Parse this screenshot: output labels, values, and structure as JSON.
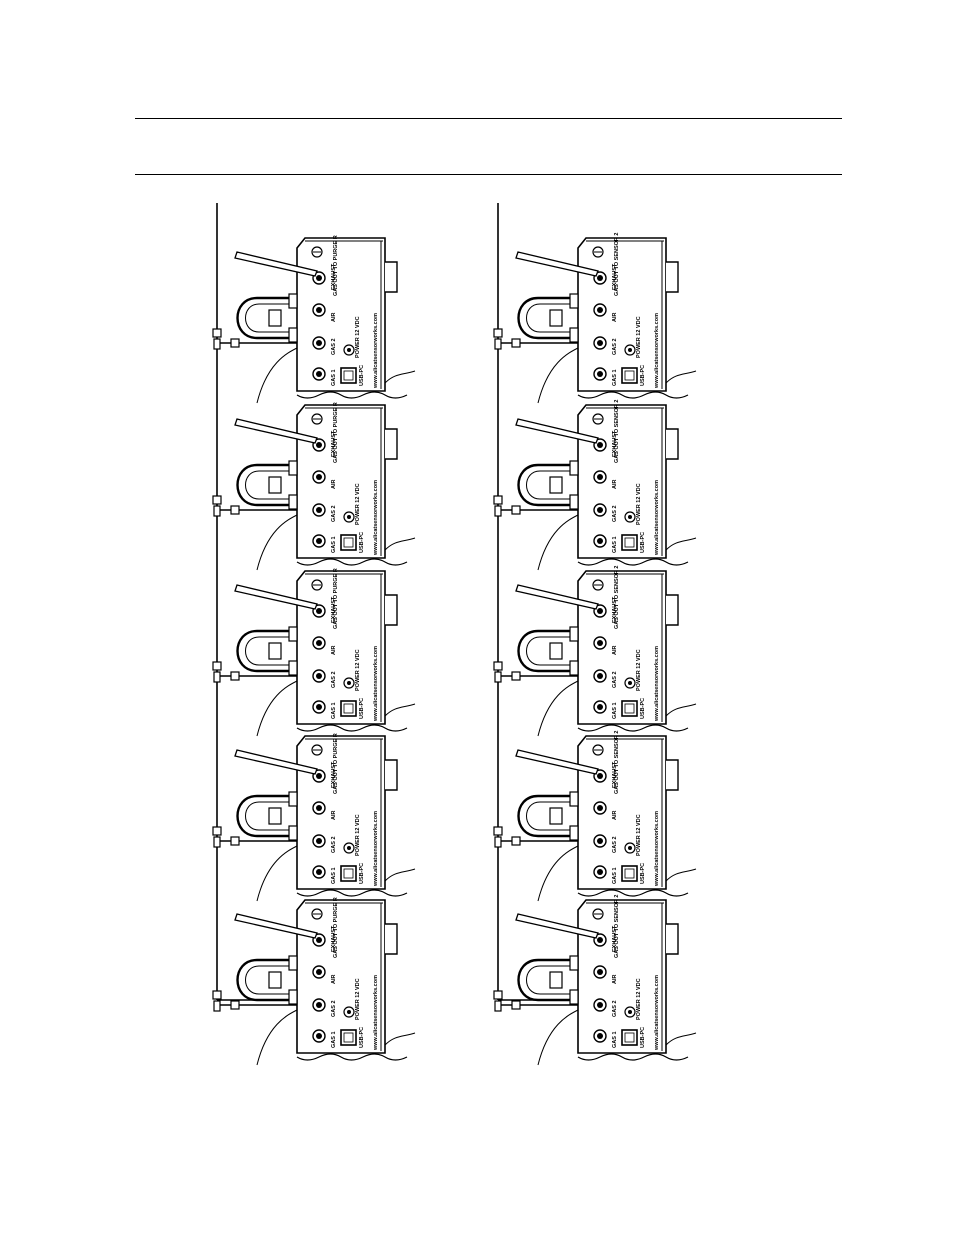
{
  "page": {
    "background": "#ffffff",
    "line_color": "#000000"
  },
  "header": {
    "top_rule": "",
    "bottom_rule": ""
  },
  "figure": {
    "columns": [
      {
        "id": "left",
        "antenna_label": "GAS OUT TO PURGE R",
        "port_labels": [
          "EXHAUST",
          "AIR",
          "GAS 2",
          "GAS 1"
        ],
        "power_label": "POWER 12 VDC",
        "usb_label": "USB-PC",
        "website": "www.alicatsensorworks.com",
        "unit_count": 5
      },
      {
        "id": "right",
        "antenna_label": "GAS OUT TO SENSOR 2",
        "port_labels": [
          "EXHAUST",
          "AIR",
          "GAS 2",
          "GAS 1"
        ],
        "power_label": "POWER 12 VDC",
        "usb_label": "USB-PC",
        "website": "www.alicatsensorworks.com",
        "unit_count": 5
      }
    ]
  }
}
